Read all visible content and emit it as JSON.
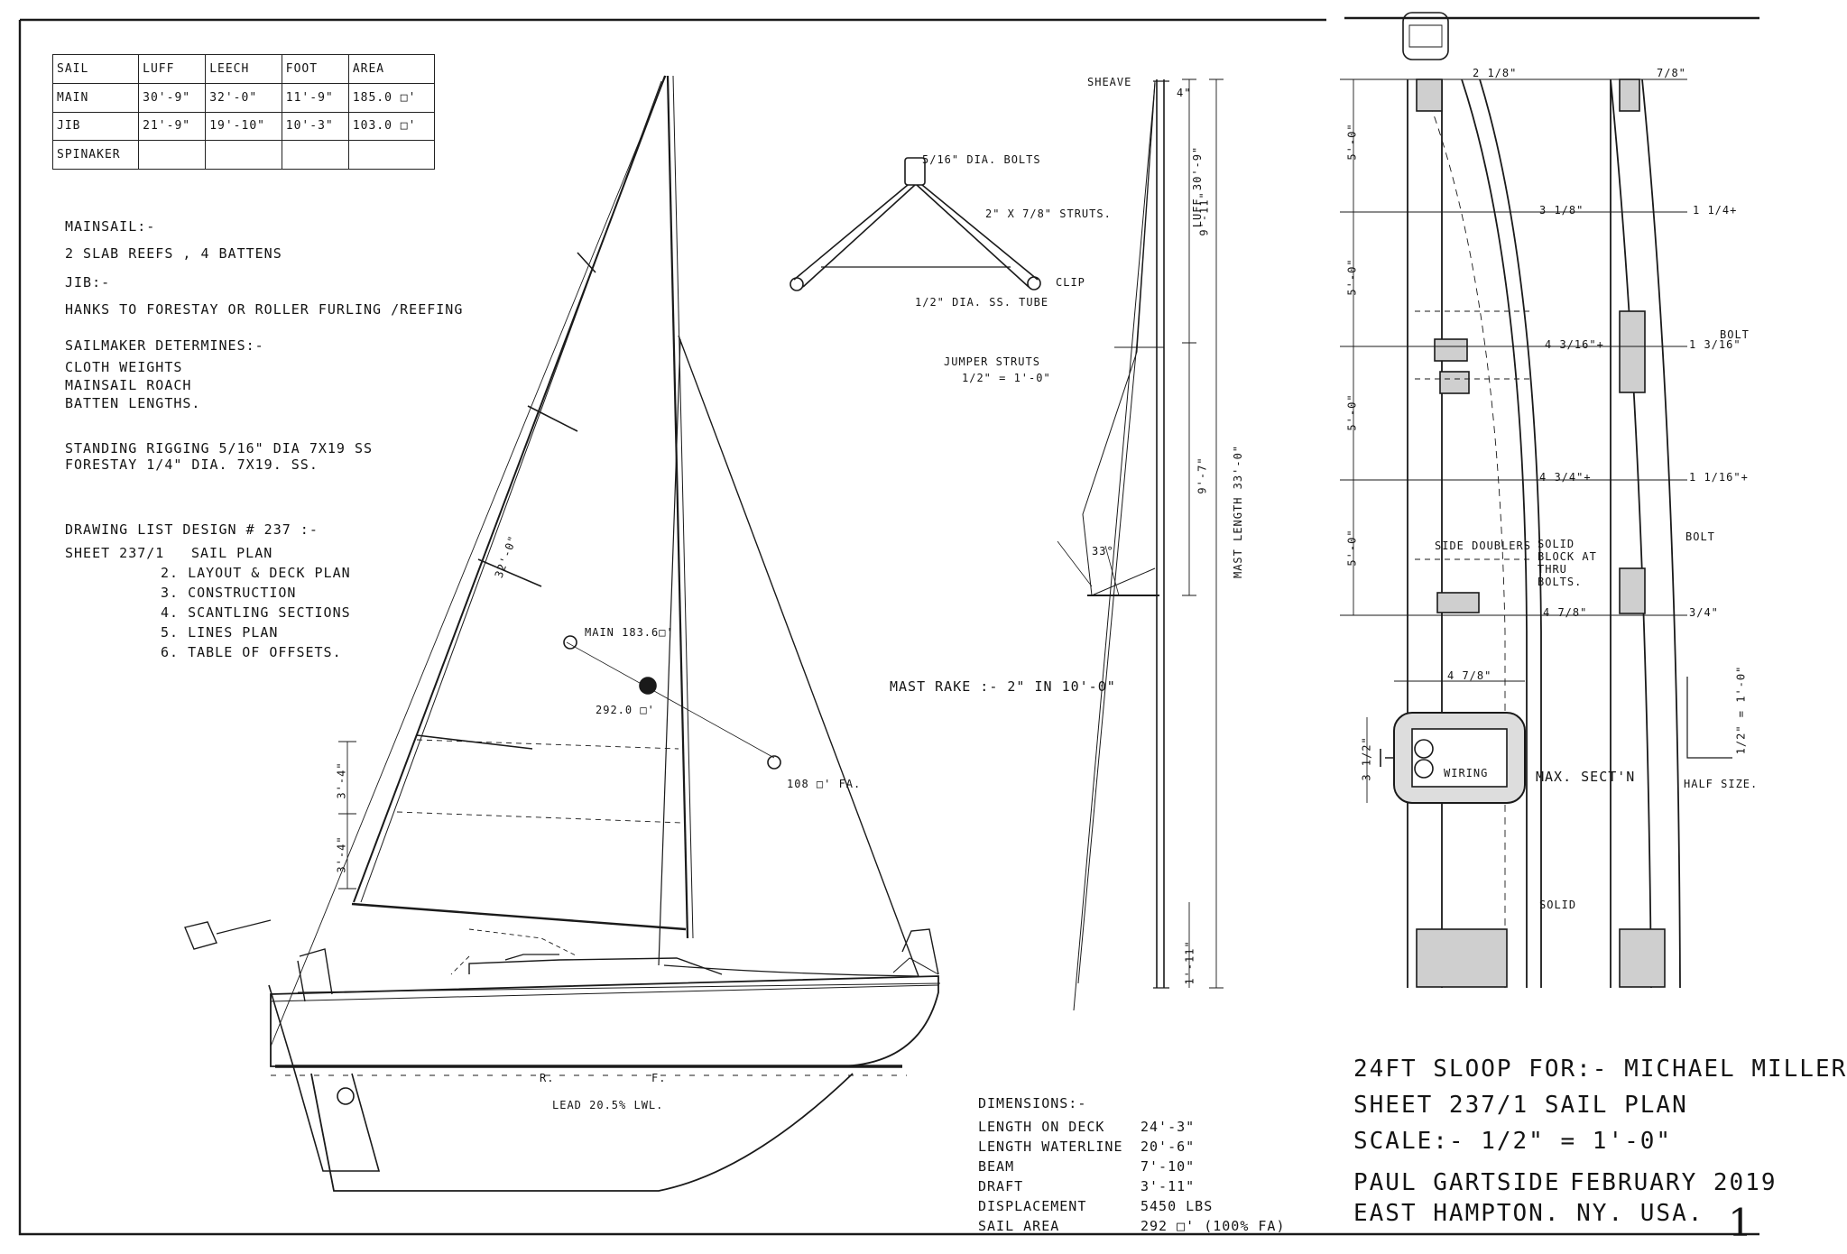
{
  "sail_table": {
    "headers": [
      "Sail",
      "Luff",
      "Leech",
      "Foot",
      "Area"
    ],
    "rows": [
      [
        "Main",
        "30'-9\"",
        "32'-0\"",
        "11'-9\"",
        "185.0 □'"
      ],
      [
        "Jib",
        "21'-9\"",
        "19'-10\"",
        "10'-3\"",
        "103.0 □'"
      ],
      [
        "Spinaker",
        "",
        "",
        "",
        ""
      ]
    ]
  },
  "notes": {
    "mainsail": "Mainsail:-",
    "reefs": "2 slab reefs , 4 battens",
    "jib": "Jib:-",
    "hanks": "Hanks to forestay or roller furling /reefing",
    "sailmaker": "Sailmaker determines:-",
    "sm_items": [
      "Cloth weights",
      "Mainsail roach",
      "Batten lengths."
    ],
    "rigging1": "Standing rigging 5/16\" dia 7x19 SS",
    "rigging2": "Forestay 1/4\" dia. 7x19. SS."
  },
  "drawing_list": {
    "title": "Drawing list design # 237 :-",
    "sheet": "Sheet 237/1",
    "items": [
      "Sail plan",
      "2. Layout & deck plan",
      "3. Construction",
      "4. Scantling sections",
      "5. Lines plan",
      "6. Table of offsets."
    ]
  },
  "sail_plan_labels": {
    "main_area": "Main 183.6□'",
    "total_area": "292.0 □'",
    "jib_area": "108 □' FA.",
    "leech_dim": "32'-0\"",
    "reef1": "3'-4\"",
    "reef2": "3'-4\"",
    "lead": "Lead 20.5% LWL.",
    "r_mark": "R.",
    "f_mark": "F."
  },
  "spreader": {
    "bolts": "5/16\" dia. bolts",
    "struts": "2\" x 7/8\" struts.",
    "clip": "clip",
    "tube": "1/2\" dia. SS. tube",
    "jumper": "Jumper struts",
    "scale": "1/2\" = 1'-0\""
  },
  "mast": {
    "sheave": "Sheave",
    "dim_4": "4\"",
    "luff": "Luff 30'-9\"",
    "dim_9_11": "9'-11\"",
    "dim_9_7": "9'-7\"",
    "length": "Mast length 33'-0\"",
    "dim_1_11": "1'-11\"",
    "angle": "33°",
    "rake": "Mast rake :- 2\" in 10'-0\""
  },
  "section": {
    "top_w": "2 1/8\"",
    "top_w2": "7/8\"",
    "w1": "3 1/8\"",
    "w1b": "1 1/4+",
    "w2": "4 3/16\"+",
    "w2b": "1 3/16\"",
    "w3": "4 3/4\"+",
    "w3b": "1 1/16\"+",
    "w4": "4 7/8\"",
    "w4b": "3/4\"",
    "w5": "4 7/8\"",
    "depth": "3 1/2\"",
    "s1": "5'-0\"",
    "s2": "5'-0\"",
    "s3": "5'-0\"",
    "s4": "5'-0\"",
    "bolt1": "bolt",
    "bolt2": "bolt",
    "side_doublers": "Side doublers",
    "solid_block": "Solid block at thru bolts.",
    "wiring": "Wiring",
    "max_sect": "Max. Sect'n",
    "solid": "Solid",
    "scale_half": "1/2\" = 1'-0\"",
    "half_size": "Half size."
  },
  "dimensions": {
    "title": "Dimensions:-",
    "rows": [
      [
        "Length on deck",
        "24'-3\""
      ],
      [
        "Length waterline",
        "20'-6\""
      ],
      [
        "Beam",
        "7'-10\""
      ],
      [
        "Draft",
        "3'-11\""
      ],
      [
        "Displacement",
        "5450 lbs"
      ],
      [
        "Sail area",
        "292 □' (100% FA)"
      ]
    ]
  },
  "title_block": {
    "line1": "24ft Sloop for:- Michael Miller",
    "line2": "Sheet 237/1   Sail Plan",
    "line3": "Scale:-  1/2\" = 1'-0\"",
    "designer": "Paul Gartside",
    "date": "February 2019",
    "location": "East Hampton. NY. USA."
  },
  "sheet_number": "1"
}
